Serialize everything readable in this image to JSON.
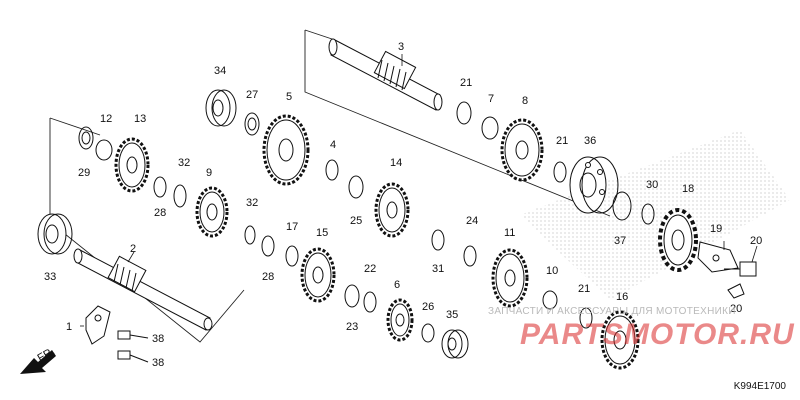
{
  "diagram": {
    "code": "K994E1700",
    "front_mark": "FR.",
    "watermark_text": "ЗАПЧАСТИ И АКСЕССУАРЫ ДЛЯ МОТОТЕХНИКИ",
    "watermark_logo": "PARTSMOTOR.RU",
    "callouts": {
      "c1": "1",
      "c2": "2",
      "c3": "3",
      "c4": "4",
      "c5": "5",
      "c6": "6",
      "c7": "7",
      "c8": "8",
      "c9": "9",
      "c10": "10",
      "c11": "11",
      "c12": "12",
      "c13": "13",
      "c14": "14",
      "c15": "15",
      "c16": "16",
      "c17": "17",
      "c18": "18",
      "c19": "19",
      "c20a": "20",
      "c20b": "20",
      "c21a": "21",
      "c21b": "21",
      "c21c": "21",
      "c22": "22",
      "c23": "23",
      "c24": "24",
      "c25": "25",
      "c26": "26",
      "c27": "27",
      "c28a": "28",
      "c28b": "28",
      "c29": "29",
      "c30": "30",
      "c31": "31",
      "c32a": "32",
      "c32b": "32",
      "c33": "33",
      "c34": "34",
      "c35": "35",
      "c36": "36",
      "c37": "37",
      "c38a": "38",
      "c38b": "38"
    }
  }
}
